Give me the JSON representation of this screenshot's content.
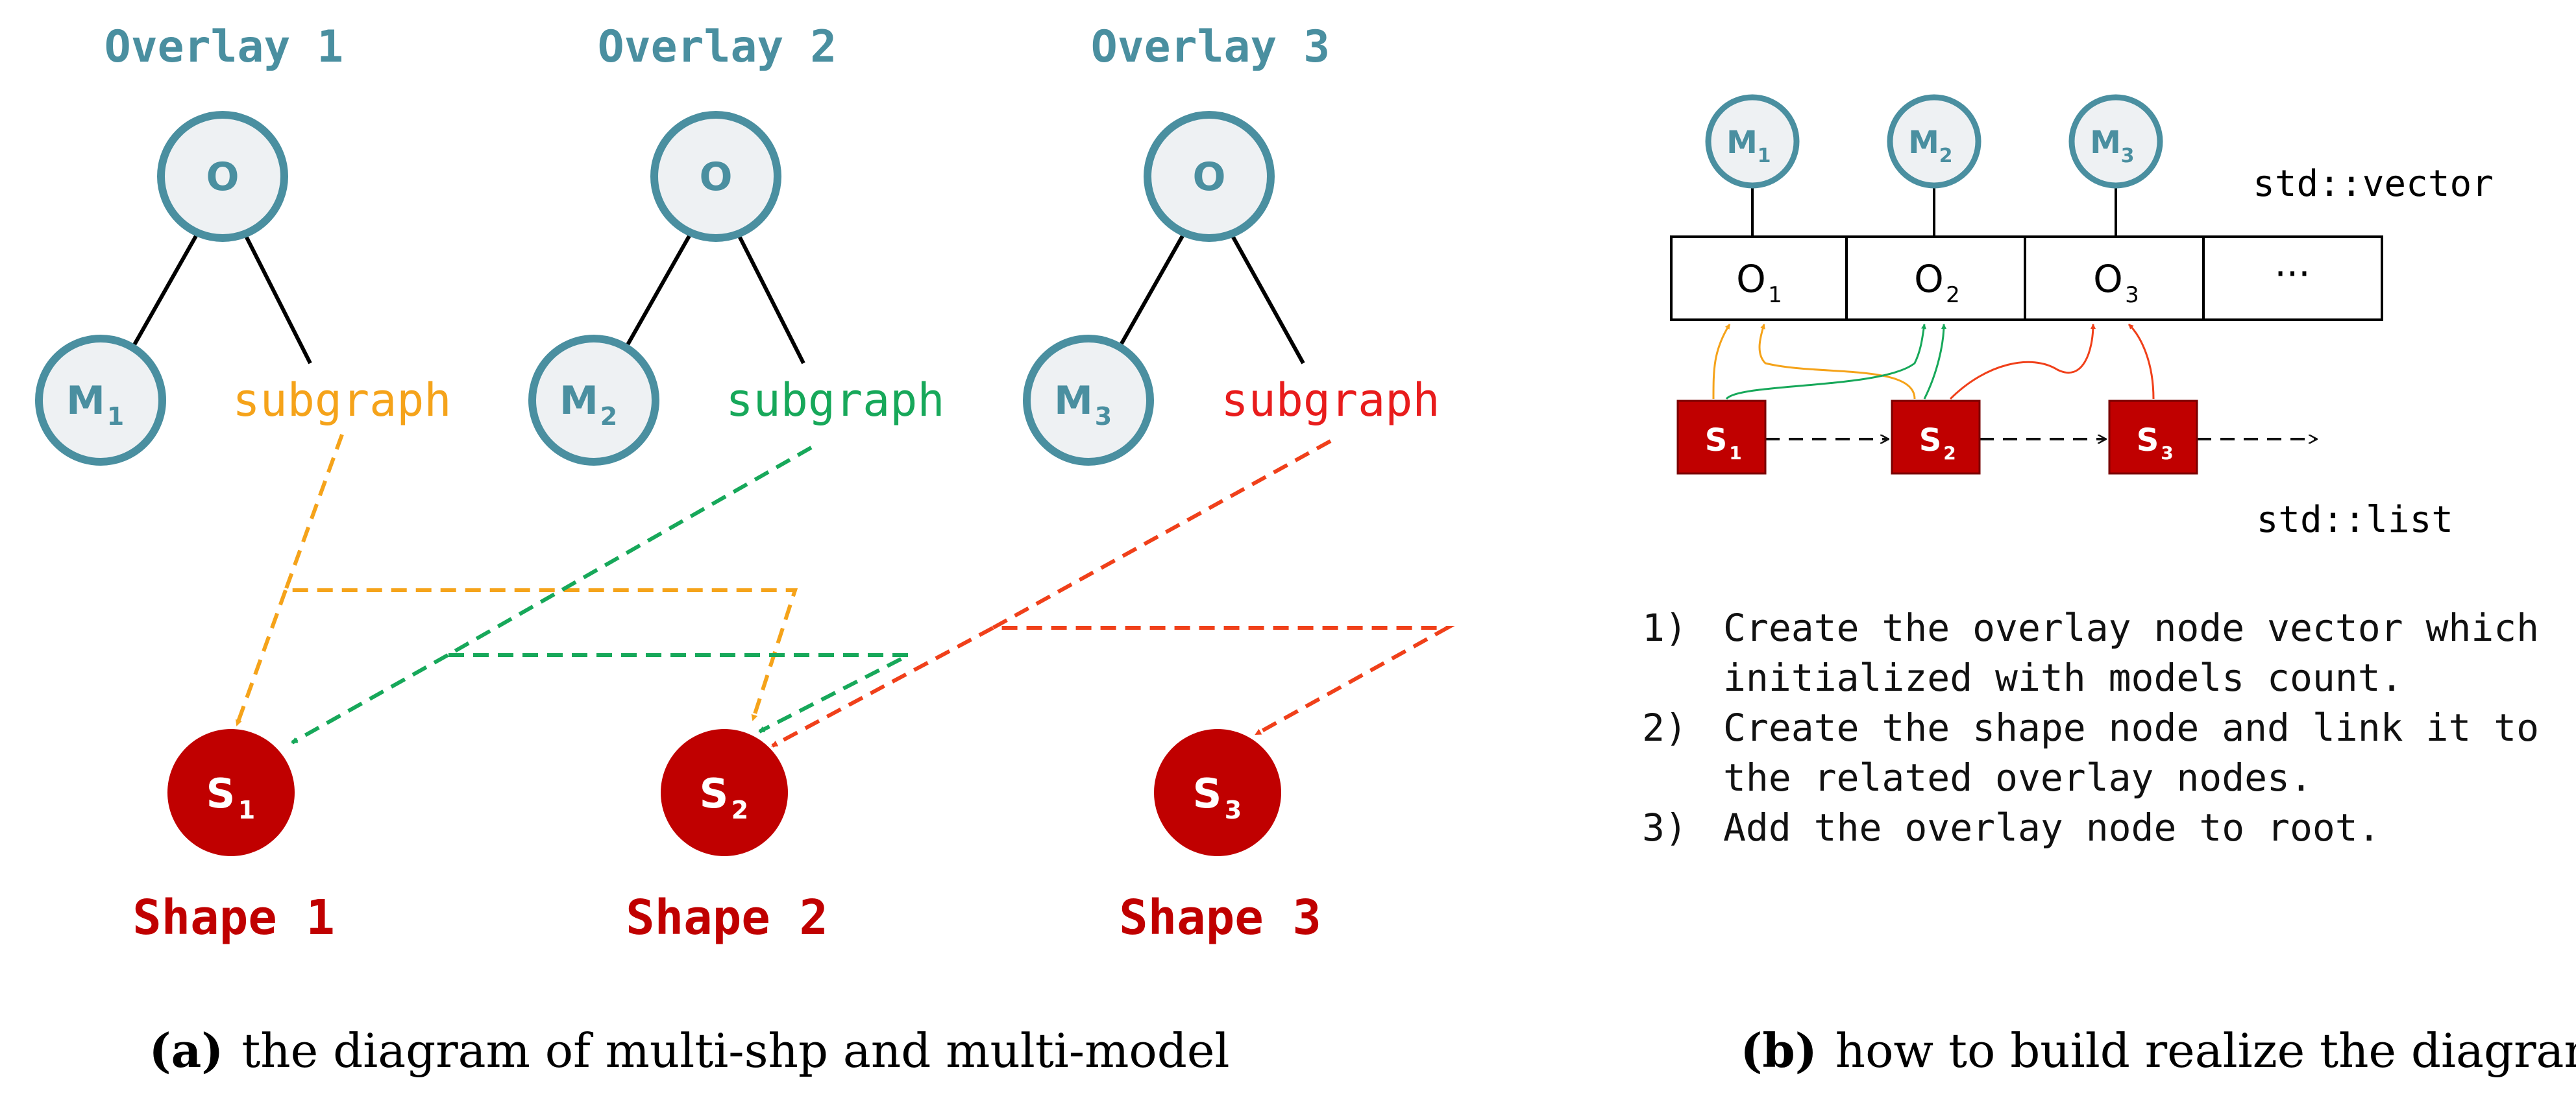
{
  "colors": {
    "teal": "#4a8fa0",
    "node_fill": "#eef1f3",
    "shape_red": "#c00000",
    "orange": "#f5a31a",
    "green": "#17a85a",
    "red_orange": "#f0401a",
    "subgraph_red": "#e81c1c"
  },
  "panel_a": {
    "overlays": [
      {
        "title": "Overlay 1",
        "root_label": "O",
        "model_label": "M",
        "model_sub": "1",
        "subgraph_label": "subgraph"
      },
      {
        "title": "Overlay 2",
        "root_label": "O",
        "model_label": "M",
        "model_sub": "2",
        "subgraph_label": "subgraph"
      },
      {
        "title": "Overlay 3",
        "root_label": "O",
        "model_label": "M",
        "model_sub": "3",
        "subgraph_label": "subgraph"
      }
    ],
    "shapes": [
      {
        "label": "S",
        "sub": "1",
        "title": "Shape 1"
      },
      {
        "label": "S",
        "sub": "2",
        "title": "Shape 2"
      },
      {
        "label": "S",
        "sub": "3",
        "title": "Shape 3"
      }
    ],
    "caption_tag": "(a)",
    "caption_text": "the diagram of multi-shp and multi-model"
  },
  "panel_b": {
    "models": [
      {
        "label": "M",
        "sub": "1"
      },
      {
        "label": "M",
        "sub": "2"
      },
      {
        "label": "M",
        "sub": "3"
      }
    ],
    "vector_cells": [
      {
        "label": "O",
        "sub": "1"
      },
      {
        "label": "O",
        "sub": "2"
      },
      {
        "label": "O",
        "sub": "3"
      },
      {
        "label": "···",
        "sub": ""
      }
    ],
    "vector_label": "std::vector",
    "list_nodes": [
      {
        "label": "S",
        "sub": "1"
      },
      {
        "label": "S",
        "sub": "2"
      },
      {
        "label": "S",
        "sub": "3"
      }
    ],
    "list_label": "std::list",
    "steps": [
      {
        "num": "1)",
        "text": "Create the overlay node vector which initialized with models count."
      },
      {
        "num": "2)",
        "text": "Create the shape node and link it to the related overlay nodes."
      },
      {
        "num": "3)",
        "text": "Add the overlay node to root."
      }
    ],
    "caption_tag": "(b)",
    "caption_text": "how to build realize the diagram"
  }
}
